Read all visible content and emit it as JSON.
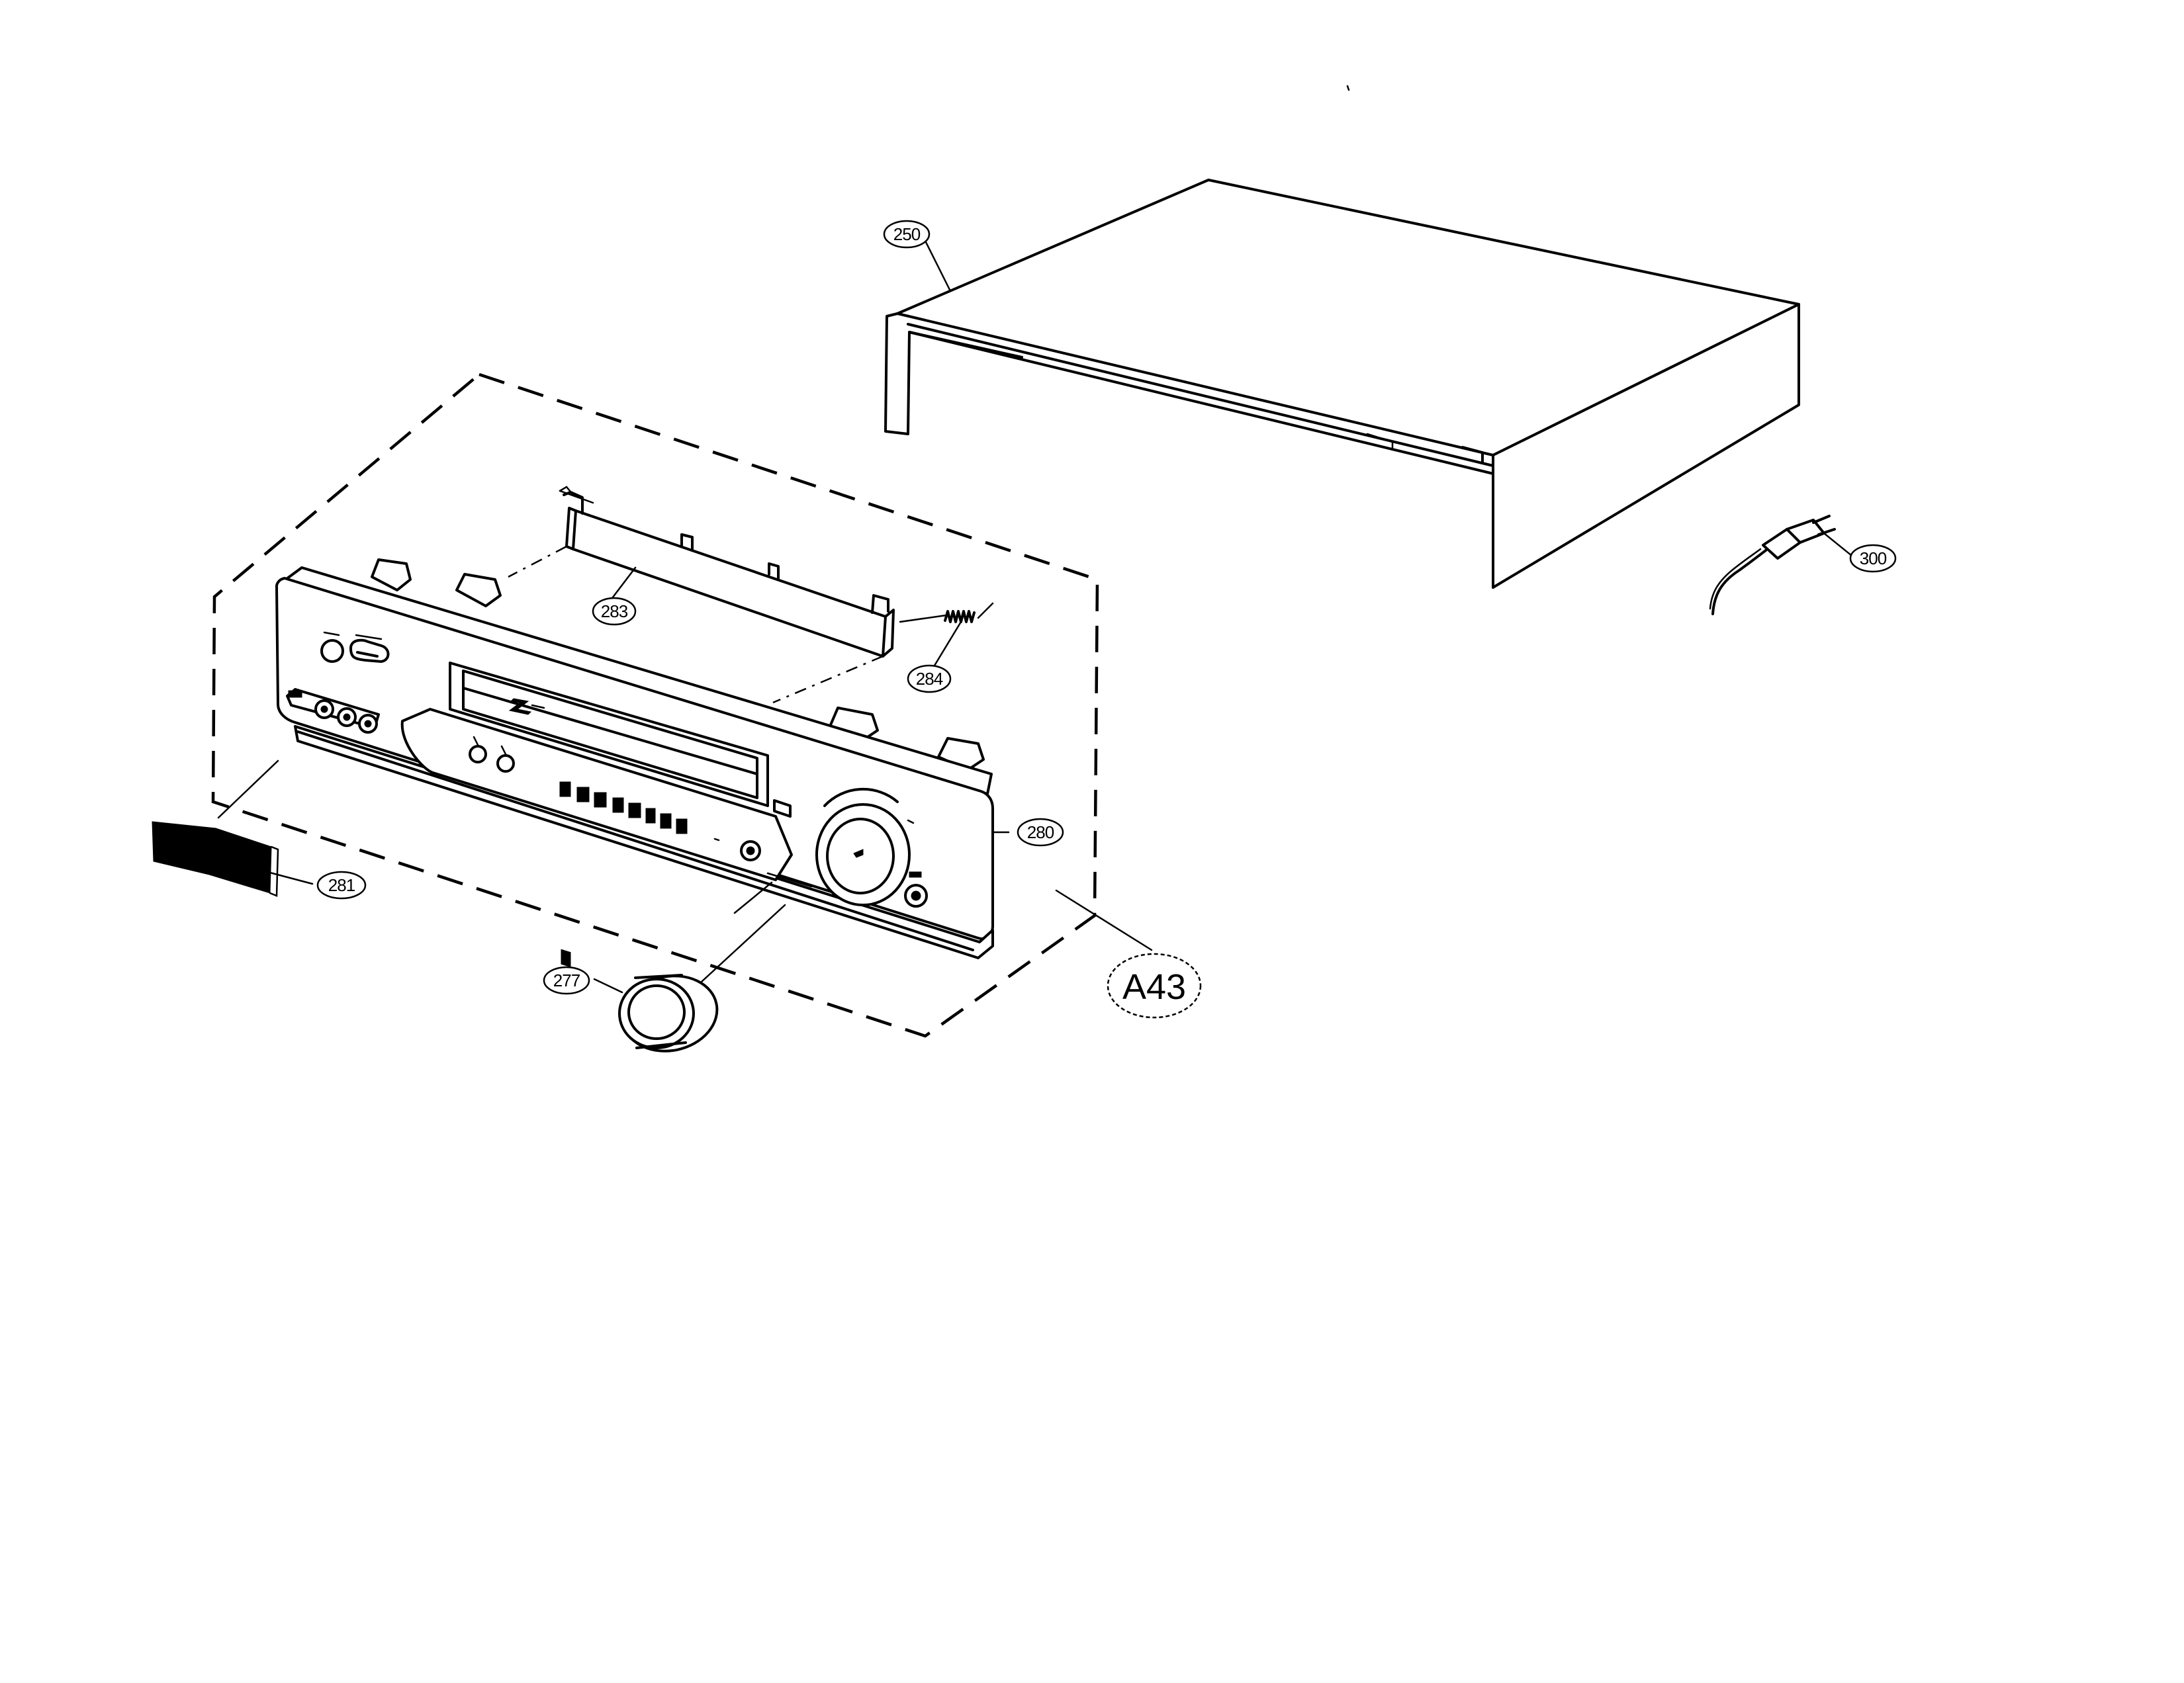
{
  "callouts": {
    "p250": "250",
    "p283": "283",
    "p284": "284",
    "p280": "280",
    "p281": "281",
    "p277": "277",
    "p300": "300",
    "a43": "A43"
  }
}
